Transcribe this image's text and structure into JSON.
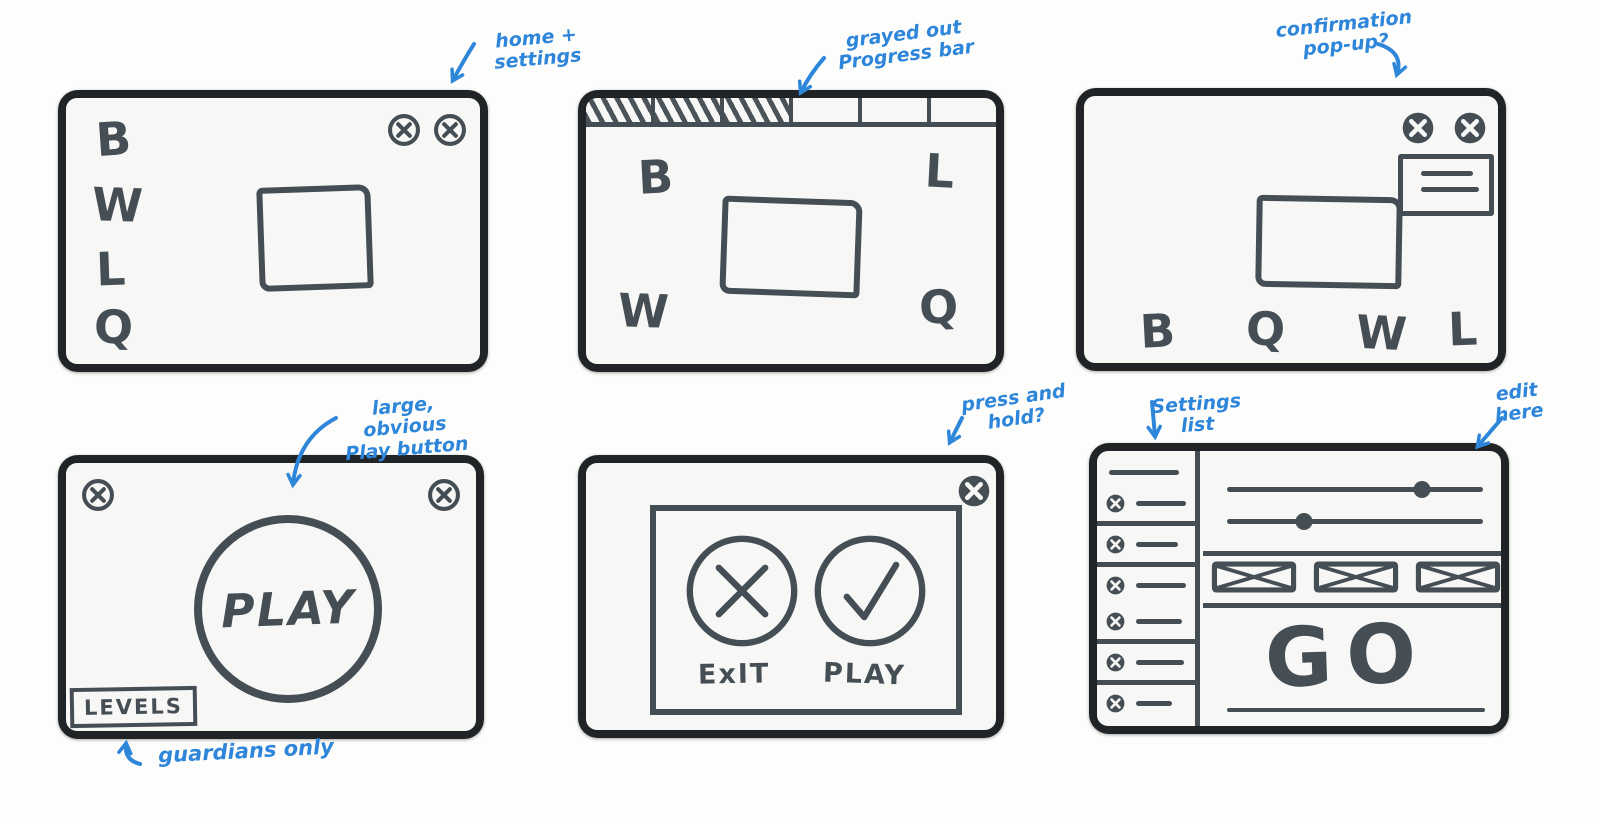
{
  "colors": {
    "ink": "#454e55",
    "annotation_blue": "#2e86da",
    "bezel": "#212427",
    "screen_bg": "#f7f8f6"
  },
  "icons": {
    "close_outline": "circle-x-outline-icon",
    "close_filled": "circle-x-filled-icon",
    "checkbox": "crossed-box-icon",
    "cancel": "x-circle-icon",
    "confirm": "check-circle-icon"
  },
  "annotations": {
    "home_settings": "home +\nsettings",
    "progress": "grayed out\nProgress bar",
    "confirmation": "confirmation\npop-up?",
    "large_play": "large, obvious\nPlay button",
    "guardians": "guardians only",
    "press_hold": "press and\nhold?",
    "settings_list": "Settings\nlist",
    "edit_here": "edit\nhere"
  },
  "screens": {
    "home": {
      "letters": [
        "B",
        "W",
        "L",
        "Q"
      ]
    },
    "gameplay": {
      "corners": {
        "top_left": "B",
        "top_right": "L",
        "bottom_left": "W",
        "bottom_right": "Q"
      },
      "progress": {
        "segments": 6,
        "filled": 3
      }
    },
    "results": {
      "letters": [
        "B",
        "Q",
        "W",
        "L"
      ]
    },
    "start": {
      "play_label": "PLAY",
      "levels_label": "LEVELS"
    },
    "confirm": {
      "exit_label": "ExIT",
      "play_label": "PLAY"
    },
    "settings": {
      "go_label": "GO",
      "sliders": [
        {
          "value_pct": 76
        },
        {
          "value_pct": 30
        }
      ],
      "checkbox_count": 3,
      "list_item_count": 6
    }
  }
}
